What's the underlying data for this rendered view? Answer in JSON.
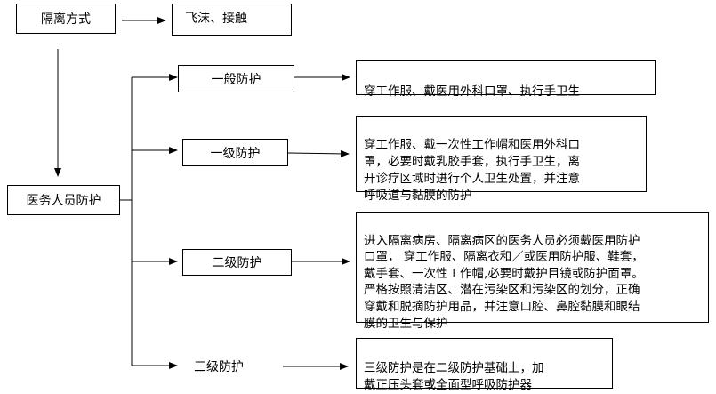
{
  "isolation": {
    "label": "隔离方式",
    "result": "飞沫、接触"
  },
  "staff": {
    "label": "医务人员防护"
  },
  "levels": [
    {
      "label": "一般防护",
      "desc": "穿工作服、戴医用外科口罩、执行手卫生"
    },
    {
      "label": "一级防护",
      "desc": "穿工作服、戴一次性工作帽和医用外科口\n罩，必要时戴乳胶手套，执行手卫生，离\n开诊疗区域时进行个人卫生处置，并注意\n呼吸道与黏膜的防护"
    },
    {
      "label": "二级防护",
      "desc": "进入隔离病房、隔离病区的医务人员必须戴医用防护\n口罩， 穿工作服、隔离衣和／或医用防护服、鞋套，\n戴手套、一次性工作帽,必要时戴护目镜或防护面罩。\n严格按照清洁区、潜在污染区和污染区的划分，正确\n穿戴和脱摘防护用品，并注意口腔、鼻腔黏膜和眼结\n膜的卫生与保护"
    },
    {
      "label": "三级防护",
      "desc": "三级防护是在二级防护基础上，加\n戴正压头套或全面型呼吸防护器"
    }
  ]
}
